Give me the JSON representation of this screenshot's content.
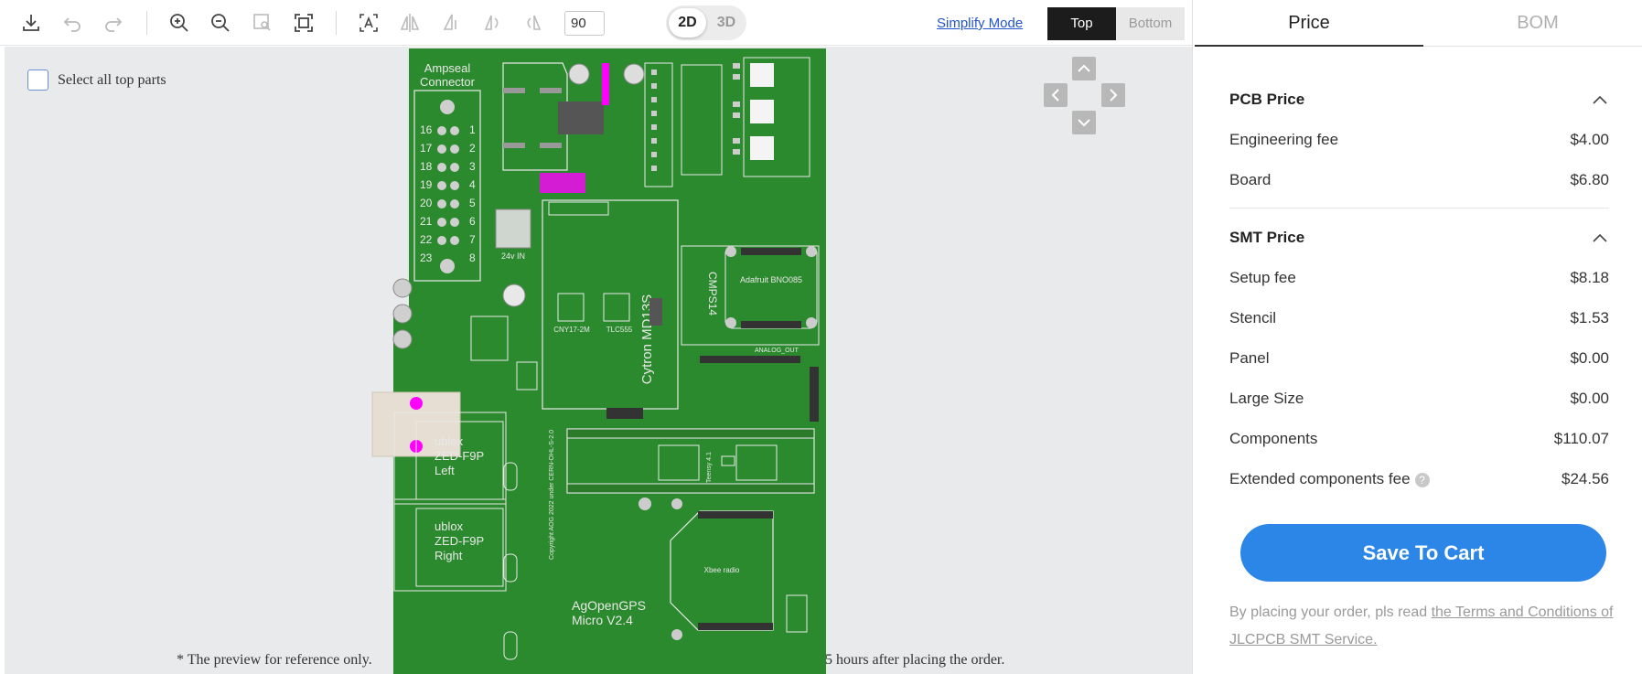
{
  "toolbar": {
    "icons": [
      "download-icon",
      "undo-icon",
      "redo-icon",
      "zoom-in-icon",
      "zoom-out-icon",
      "zoom-area-icon",
      "fit-screen-icon",
      "text-mode-icon",
      "flip-horizontal-icon",
      "flip-vertical-icon",
      "rotate-left-icon",
      "rotate-right-icon"
    ],
    "zoom_value": "90",
    "view_2d": "2D",
    "view_3d": "3D",
    "simplify_mode": "Simplify Mode",
    "side_top": "Top",
    "side_bottom": "Bottom"
  },
  "canvas": {
    "select_all_label": "Select all top parts",
    "preview_note_left": "* The preview for reference only.",
    "preview_note_right": "5 hours after placing the order.",
    "pcb_labels": {
      "ampseal": "Ampseal",
      "connector": "Connector",
      "left_pins": [
        "16",
        "17",
        "18",
        "19",
        "20",
        "21",
        "22",
        "23"
      ],
      "right_pins": [
        "1",
        "2",
        "3",
        "4",
        "5",
        "6",
        "7",
        "8"
      ],
      "in24": "24v IN",
      "cytron": "Cytron MD13S",
      "adafruit": "Adafruit BNO085",
      "cmps": "CMPS14",
      "ubloxl_1": "ublox",
      "ubloxl_2": "ZED-F9P",
      "ubloxl_3": "Left",
      "ubloxr_1": "ublox",
      "ubloxr_2": "ZED-F9P",
      "ubloxr_3": "Right",
      "copyright": "Copyright AOG 2022 under CERN-OHL-S-2.0",
      "agopengps": "AgOpenGPS",
      "micro": "Micro V2.4",
      "xbee": "Xbee radio",
      "teensy": "Teensy 4.1",
      "analog_out": "ANALOG_OUT",
      "cny": "CNY17-2M",
      "tlc": "TLC555"
    },
    "nav_icons": [
      "arrow-up-icon",
      "arrow-left-icon",
      "arrow-right-icon",
      "arrow-down-icon"
    ],
    "colors": {
      "board": "#2c8a2e",
      "board_dark": "#1e6b22",
      "silk": "#e8e8e8",
      "pad": "#c8c8c8",
      "magenta": "#ff00ff"
    }
  },
  "panel": {
    "tab_price": "Price",
    "tab_bom": "BOM",
    "pcb_price": {
      "title": "PCB Price",
      "rows": [
        {
          "label": "Engineering fee",
          "value": "$4.00"
        },
        {
          "label": "Board",
          "value": "$6.80"
        }
      ]
    },
    "smt_price": {
      "title": "SMT Price",
      "rows": [
        {
          "label": "Setup fee",
          "value": "$8.18"
        },
        {
          "label": "Stencil",
          "value": "$1.53"
        },
        {
          "label": "Panel",
          "value": "$0.00"
        },
        {
          "label": "Large Size",
          "value": "$0.00"
        },
        {
          "label": "Components",
          "value": "$110.07"
        },
        {
          "label": "Extended components fee",
          "value": "$24.56"
        }
      ]
    },
    "help_glyph": "?",
    "save_button": "Save To Cart",
    "terms_prefix": "By placing your order, pls read ",
    "terms_link": "the Terms and Conditions of JLCPCB SMT Service.",
    "accent": "#2b86e8"
  }
}
